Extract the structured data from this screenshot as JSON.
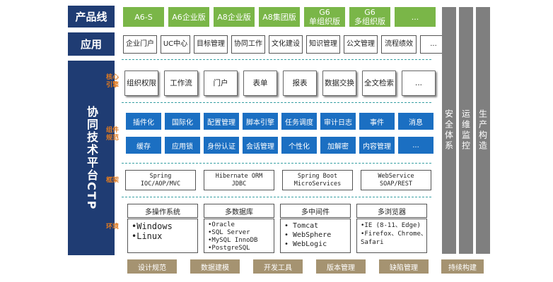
{
  "rows": {
    "product_line": "产品线",
    "application": "应用",
    "ctp": "协同技术平台CTP"
  },
  "product_line": [
    "A6-S",
    "A6企业版",
    "A8企业版",
    "A8集团版",
    "G6\n单组织版",
    "G6\n多组织版",
    "..."
  ],
  "applications": [
    "企业门户",
    "UC中心",
    "目标管理",
    "协同工作",
    "文化建设",
    "知识管理",
    "公文管理",
    "流程绩效",
    "..."
  ],
  "core_engine": {
    "label": "核心\n引擎",
    "items": [
      "组织\n权限",
      "工作流",
      "门户",
      "表单",
      "报表",
      "数据\n交换",
      "全文\n检索",
      "..."
    ]
  },
  "component": {
    "label": "组件\n规范",
    "row1": [
      "插件化",
      "国际化",
      "配置管理",
      "脚本引擎",
      "任务调度",
      "审计日志",
      "事件",
      "消息"
    ],
    "row2": [
      "缓存",
      "应用锁",
      "身份认证",
      "会话管理",
      "个性化",
      "加解密",
      "内容管理",
      "..."
    ]
  },
  "framework": {
    "label": "框架",
    "items": [
      [
        "Spring",
        "IOC/AOP/MVC"
      ],
      [
        "Hibernate ORM",
        "JDBC"
      ],
      [
        "Spring Boot",
        "MicroServices"
      ],
      [
        "WebService",
        "SOAP/REST"
      ]
    ]
  },
  "environment": {
    "label": "环境",
    "groups": [
      {
        "title": "多操作系统",
        "items": [
          "•Windows",
          "•Linux"
        ]
      },
      {
        "title": "多数据库",
        "items": [
          "•Oracle",
          "•SQL Server",
          "•MySQL InnoDB",
          "•PostgreSQL"
        ]
      },
      {
        "title": "多中间件",
        "items": [
          "• Tomcat",
          "• WebSphere",
          "• WebLogic"
        ]
      },
      {
        "title": "多浏览器",
        "items": [
          "•IE (8-11、Edge)",
          "•Firefox、Chrome、",
          " Safari"
        ]
      }
    ]
  },
  "vertical_bars": [
    "安全体系",
    "运维监控",
    "生产构造"
  ],
  "bottom_bar": [
    "设计规范",
    "数据建模",
    "开发工具",
    "版本管理",
    "缺陷管理",
    "持续构建"
  ]
}
